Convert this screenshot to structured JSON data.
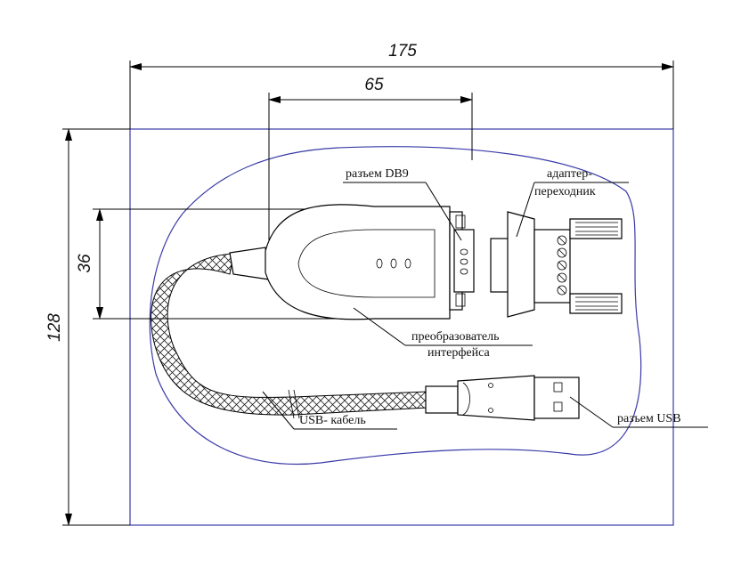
{
  "dimensions": {
    "overall_width": "175",
    "connector_span": "65",
    "body_height": "36",
    "overall_height": "128"
  },
  "labels": {
    "db9_connector": "разъем DB9",
    "adapter_line1": "адаптер-",
    "adapter_line2": "переходник",
    "converter_line1": "преобразователь",
    "converter_line2": "интерфейса",
    "usb_cable": "USB- кабель",
    "usb_connector": "разъем USB"
  },
  "colors": {
    "outline": "#3a3aa8",
    "lines": "#000000",
    "background": "#ffffff"
  }
}
